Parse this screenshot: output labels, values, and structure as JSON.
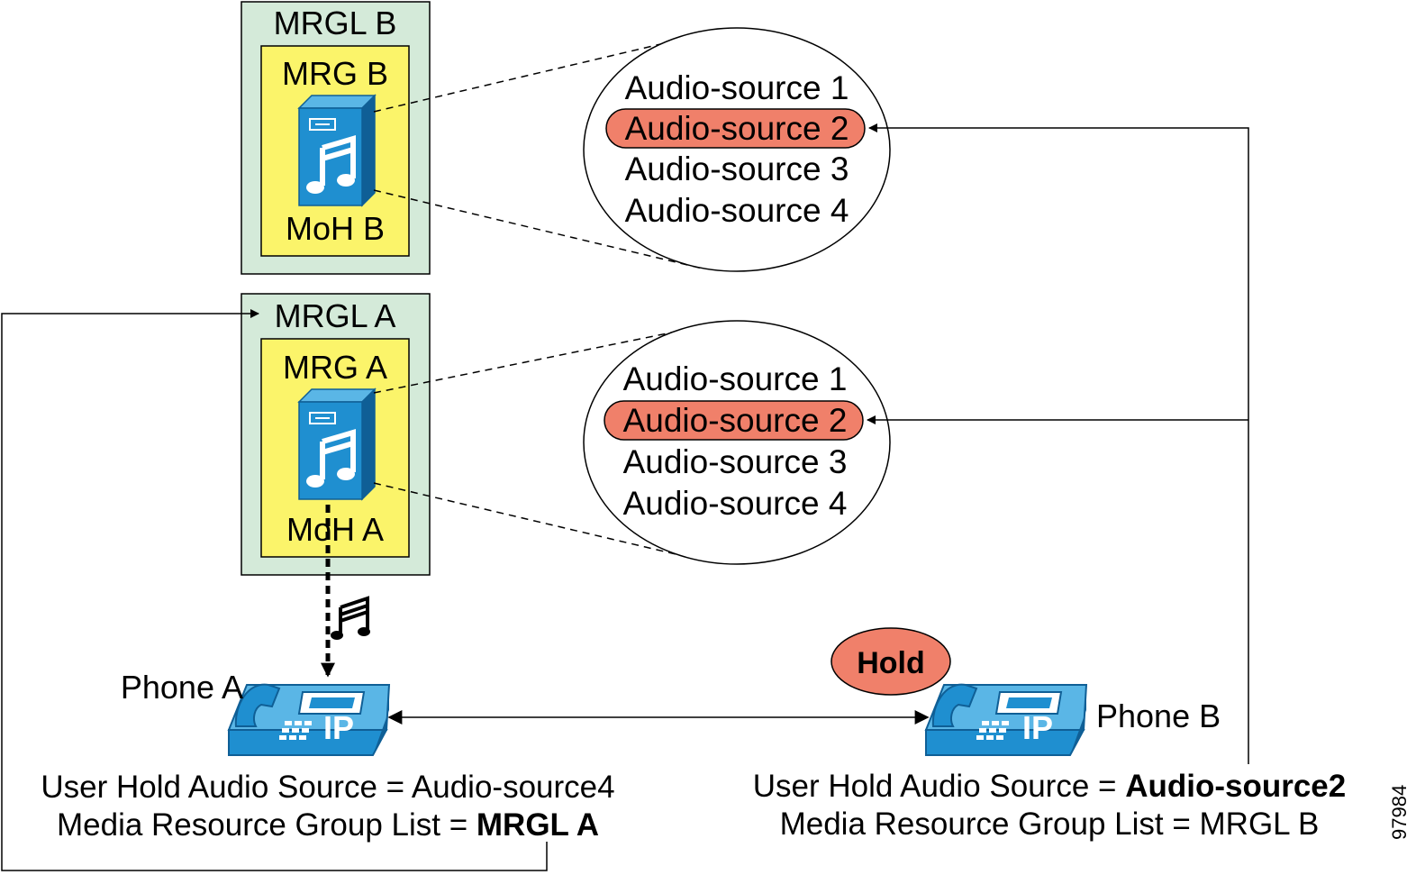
{
  "colors": {
    "mrgl_fill": "#d4ead9",
    "mrg_fill": "#fbf46a",
    "highlight": "#f0806a",
    "device_blue": "#1f8fd0",
    "device_dark": "#0f5f96"
  },
  "mrgl_b": {
    "title": "MRGL B",
    "mrg": "MRG B",
    "moh": "MoH B",
    "icon": "music-server-icon"
  },
  "mrgl_a": {
    "title": "MRGL A",
    "mrg": "MRG A",
    "moh": "MoH A",
    "icon": "music-server-icon"
  },
  "sources_b": {
    "items": [
      "Audio-source 1",
      "Audio-source 2",
      "Audio-source 3",
      "Audio-source 4"
    ],
    "highlighted": 1
  },
  "sources_a": {
    "items": [
      "Audio-source 1",
      "Audio-source 2",
      "Audio-source 3",
      "Audio-source 4"
    ],
    "highlighted": 1
  },
  "music_note_icon": "music-note-icon",
  "hold": {
    "label": "Hold"
  },
  "phone_a": {
    "name": "Phone A",
    "icon_text": "IP",
    "hold_source_prefix": "User Hold Audio Source = ",
    "hold_source_value": "Audio-source4",
    "mrgl_prefix": "Media Resource Group List = ",
    "mrgl_value": "MRGL A"
  },
  "phone_b": {
    "name": "Phone B",
    "icon_text": "IP",
    "hold_source_prefix": "User Hold Audio Source = ",
    "hold_source_value": "Audio-source2",
    "mrgl_prefix": "Media Resource Group List = ",
    "mrgl_value": "MRGL B"
  },
  "figure_id": "97984"
}
